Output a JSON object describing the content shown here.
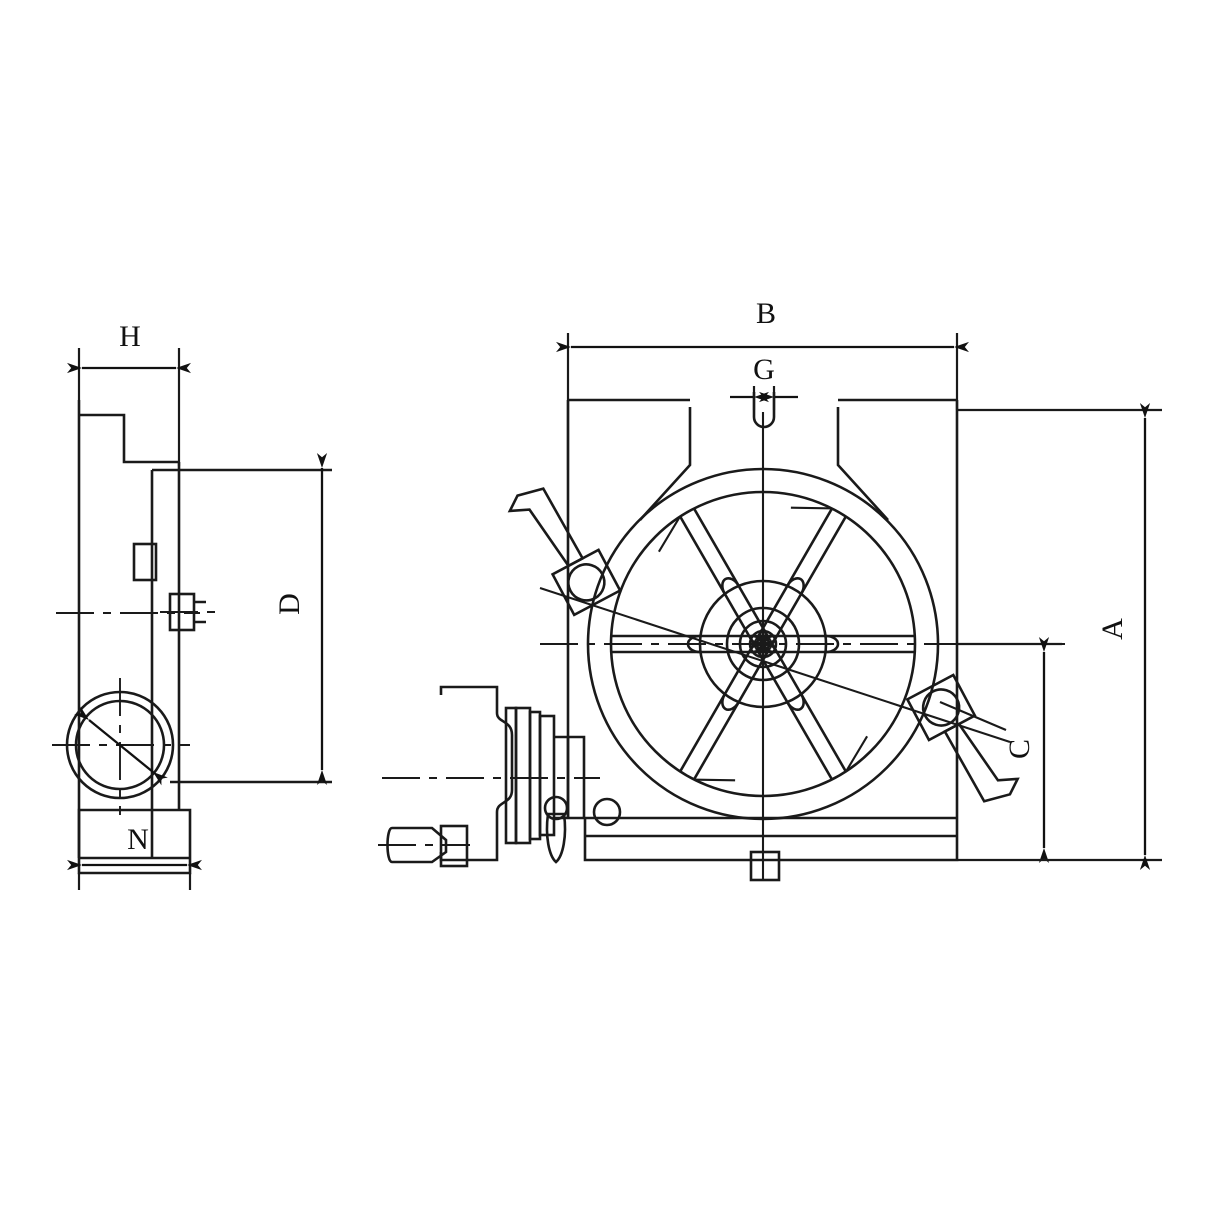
{
  "drawing": {
    "title": "Rotary Table Dimension Drawing",
    "background_color": "#ffffff",
    "line_color": "#1a1a1a",
    "text_color": "#111111",
    "views": [
      {
        "name": "side-section-view",
        "label": ""
      },
      {
        "name": "front-plan-view",
        "label": ""
      }
    ]
  },
  "dimensions": {
    "A": {
      "label": "A",
      "view": "front-plan-view",
      "orientation": "vertical",
      "description": "overall height of front view"
    },
    "B": {
      "label": "B",
      "view": "front-plan-view",
      "orientation": "horizontal",
      "description": "overall width of front view"
    },
    "C": {
      "label": "C",
      "view": "front-plan-view",
      "orientation": "vertical",
      "description": "centre height to table axis"
    },
    "D": {
      "label": "D",
      "view": "side-section-view",
      "orientation": "vertical",
      "description": "height of side view body"
    },
    "G": {
      "label": "G",
      "view": "front-plan-view",
      "orientation": "horizontal",
      "description": "T-slot width"
    },
    "H": {
      "label": "H",
      "view": "side-section-view",
      "orientation": "horizontal",
      "description": "upper flange width"
    },
    "N": {
      "label": "N",
      "view": "side-section-view",
      "orientation": "horizontal",
      "description": "base width"
    }
  },
  "features": {
    "tslot_count": 6,
    "centre_bore": "centre-bore-circle",
    "handwheel": "handwheel-assembly",
    "clamp_levers": 2,
    "base_boss": "base-centre-boss"
  }
}
